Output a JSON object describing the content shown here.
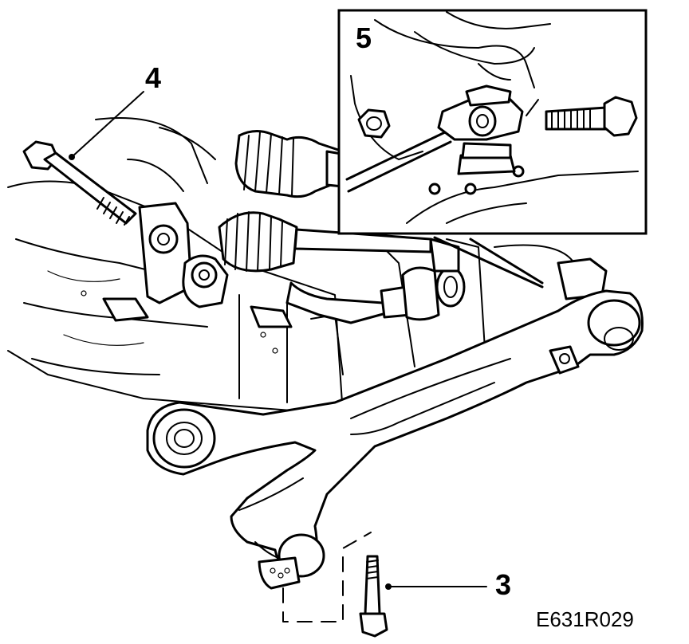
{
  "figure": {
    "callouts": [
      {
        "id": "3",
        "label": "3"
      },
      {
        "id": "4",
        "label": "4"
      },
      {
        "id": "5",
        "label": "5"
      }
    ],
    "reference_code": "E631R029"
  },
  "colors": {
    "line": "#000000",
    "background": "#ffffff"
  }
}
